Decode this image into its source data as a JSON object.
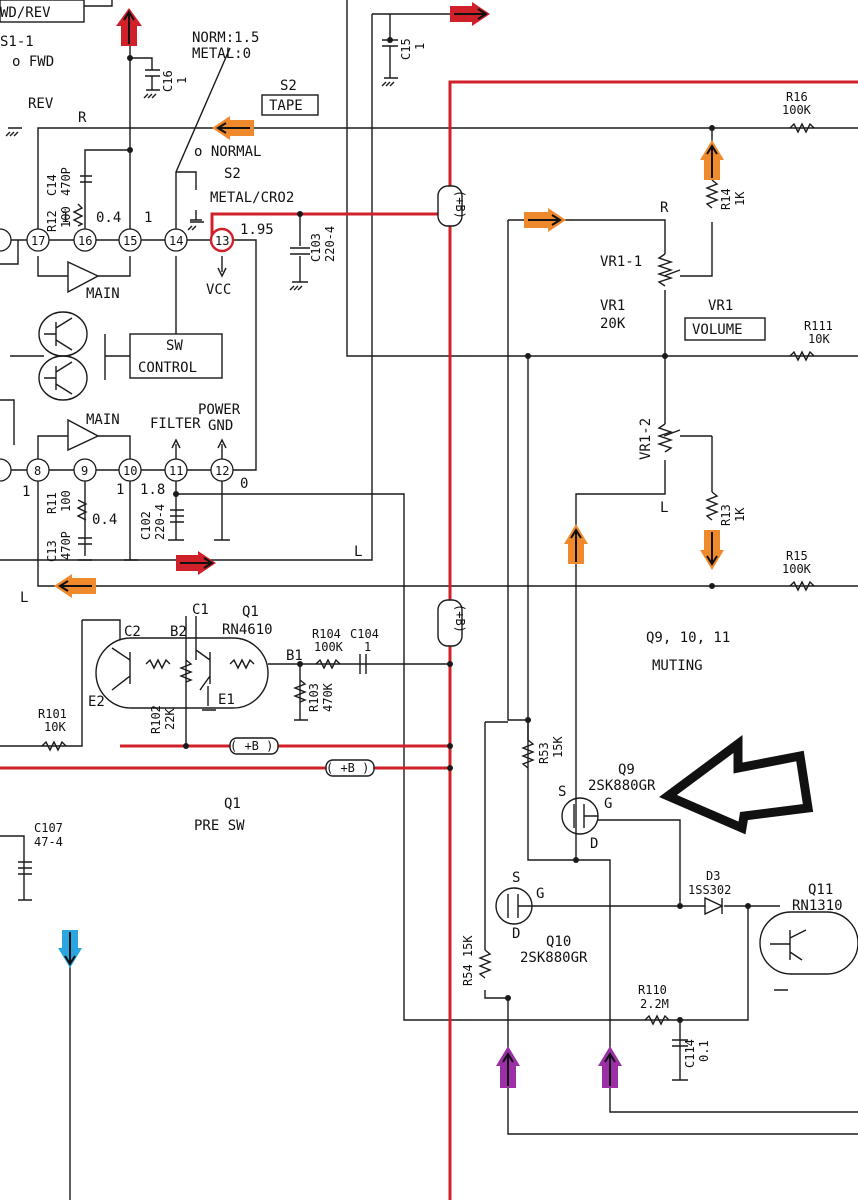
{
  "labels": {
    "fwd_rev": "WD/REV",
    "s1_1": "S1-1",
    "fwd": "o FWD",
    "rev": "REV",
    "norm_metal_1": "NORM:1.5",
    "norm_metal_2": "METAL:0",
    "s2_top": "S2",
    "tape": "TAPE",
    "normal": "o NORMAL",
    "s2_sw": "S2",
    "metal_cro2": "METAL/CRO2",
    "r_top": "R",
    "r_vr": "R",
    "l_vr": "L",
    "l_mid": "L",
    "l_left": "L",
    "c14_name": "C14",
    "c14_val": "470P",
    "r12_name": "R12",
    "r12_val": "100",
    "v04_top": "0.4",
    "one_left": "1",
    "one_right": "1",
    "v195": "1.95",
    "vcc": "VCC",
    "main_top": "MAIN",
    "main_bottom": "MAIN",
    "sw_control_1": "SW",
    "sw_control_2": "CONTROL",
    "filter": "FILTER",
    "power_gnd_1": "POWER",
    "power_gnd_2": "GND",
    "one_b1": "1",
    "one_b2": "1",
    "v18": "1.8",
    "zero": "0",
    "r11_name": "R11",
    "r11_val": "100",
    "v04_bottom": "0.4",
    "c13_name": "C13",
    "c13_val": "470P",
    "c102_name": "C102",
    "c102_val": "220-4",
    "c15_name": "C15",
    "c15_val": "1",
    "c16_name": "C16",
    "c16_val": "1",
    "c103_name": "C103",
    "c103_val": "220-4",
    "plus_b": "(+B)",
    "plus_b_wide": "( +B )",
    "r16_name": "R16",
    "r16_val": "100K",
    "r14_name": "R14",
    "r14_val": "1K",
    "vr1_1": "VR1-1",
    "vr1_name": "VR1",
    "vr1_val": "20K",
    "vr1_name2": "VR1",
    "volume": "VOLUME",
    "r111_name": "R111",
    "r111_val": "10K",
    "vr1_2": "VR1-2",
    "r13_name": "R13",
    "r13_val": "1K",
    "r15_name": "R15",
    "r15_val": "100K",
    "q91011": "Q9, 10, 11",
    "muting": "MUTING",
    "c1": "C1",
    "c2": "C2",
    "b2": "B2",
    "q1_name": "Q1",
    "q1_part": "RN4610",
    "b1": "B1",
    "e1": "E1",
    "e2": "E2",
    "r104_name": "R104",
    "r104_val": "100K",
    "c104_name": "C104",
    "c104_val": "1",
    "r103_name": "R103",
    "r103_val": "470K",
    "r102_name": "R102",
    "r102_val": "22K",
    "r101_name": "R101",
    "r101_val": "10K",
    "q1_pre": "Q1",
    "pre_sw": "PRE SW",
    "c107_name": "C107",
    "c107_val": "47-4",
    "r53_name": "R53",
    "r53_val": "15K",
    "q9_s": "S",
    "q9_name": "Q9",
    "q9_part": "2SK880GR",
    "q9_g": "G",
    "q9_d": "D",
    "q10_s": "S",
    "q10_g": "G",
    "q10_d": "D",
    "q10_name": "Q10",
    "q10_part": "2SK880GR",
    "d3_name": "D3",
    "d3_part": "1SS302",
    "q11_name": "Q11",
    "q11_part": "RN1310",
    "r54_label": "R54 15K",
    "r110_name": "R110",
    "r110_val": "2.2M",
    "c114_name": "C114",
    "c114_val": "0.1",
    "pins": [
      "17",
      "16",
      "15",
      "14",
      "13",
      "8",
      "9",
      "10",
      "11",
      "12"
    ]
  },
  "colors": {
    "red": "#d0202a",
    "orange": "#ef8a2c",
    "purple": "#9b2fa6",
    "blue": "#2aa7e0",
    "black": "#1a1a1a"
  },
  "icons": {
    "big_pointer": "big-left-arrow-outline-icon",
    "small_arrow": "small-direction-arrow-icon"
  }
}
